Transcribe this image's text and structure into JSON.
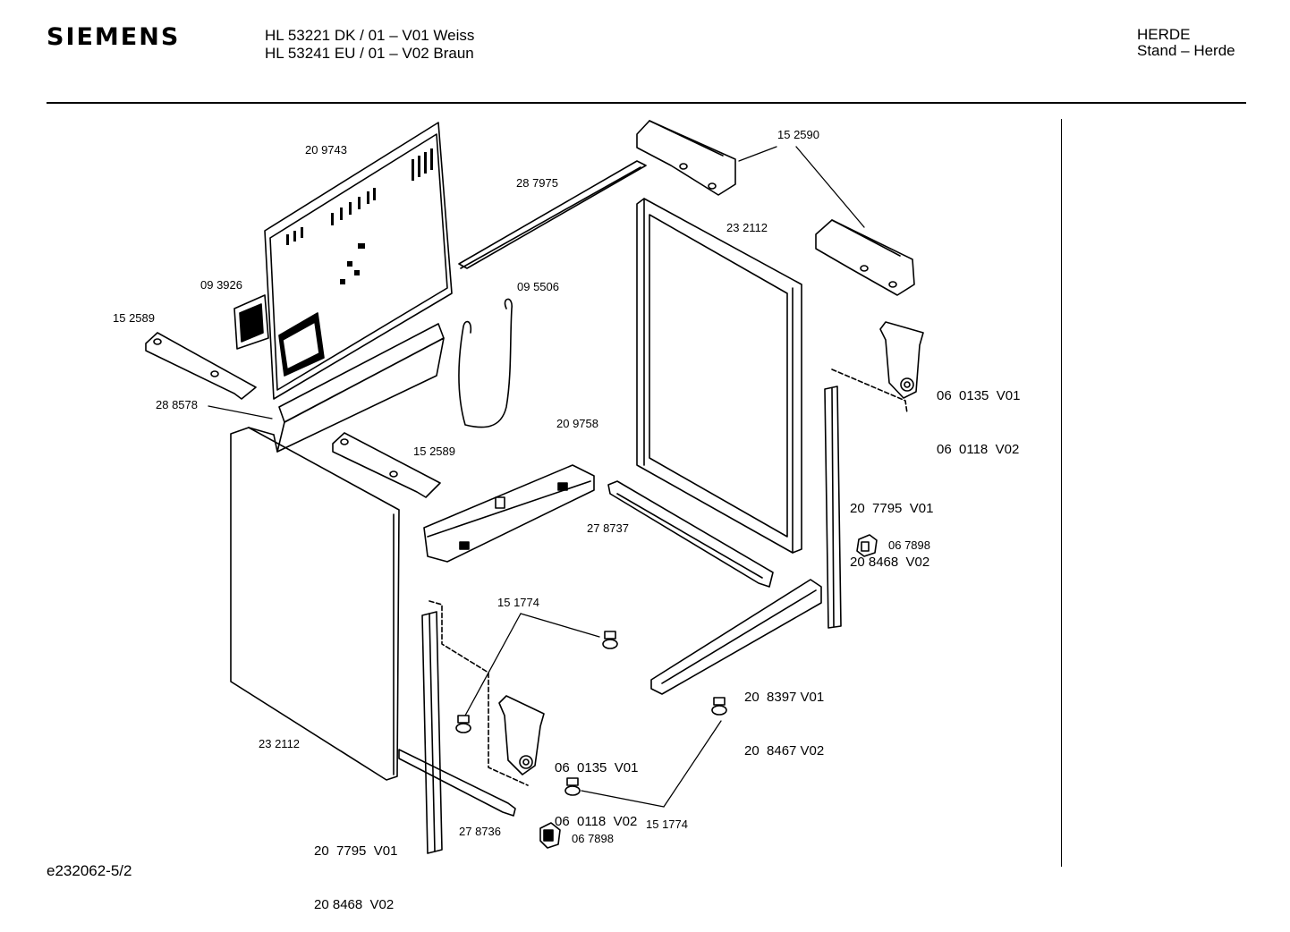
{
  "header": {
    "brand": "SIEMENS",
    "model_lines": [
      "HL 53221 DK / 01 – V01 Weiss",
      "HL 53241 EU / 01 – V02 Braun"
    ],
    "category_lines": [
      "HERDE",
      "Stand – Herde"
    ]
  },
  "parts": {
    "p209743": "20 9743",
    "p287975": "28 7975",
    "p152590": "15 2590",
    "p232112_top": "23 2112",
    "p093926": "09 3926",
    "p095506": "09 5506",
    "p152589_a": "15 2589",
    "p060135_r_lines": [
      "06  0135  V01",
      "06  0118  V02"
    ],
    "p288578": "28 8578",
    "p209758": "20 9758",
    "p152589_b": "15 2589",
    "p207795_r_lines": [
      "20  7795  V01",
      "20 8468  V02"
    ],
    "p278737": "27 8737",
    "p067898_r": "06 7898",
    "p151774_top": "15 1774",
    "p208397_lines": [
      "20  8397 V01",
      "20  8467 V02"
    ],
    "p060135_b_lines": [
      "06  0135  V01",
      "06  0118  V02"
    ],
    "p232112_bottom": "23 2112",
    "p207795_b_lines": [
      "20  7795  V01",
      "20 8468  V02"
    ],
    "p278736": "27 8736",
    "p067898_b": "06 7898",
    "p151774_bottom": "15 1774"
  },
  "footer": {
    "drawing_id": "e232062-5/2"
  }
}
